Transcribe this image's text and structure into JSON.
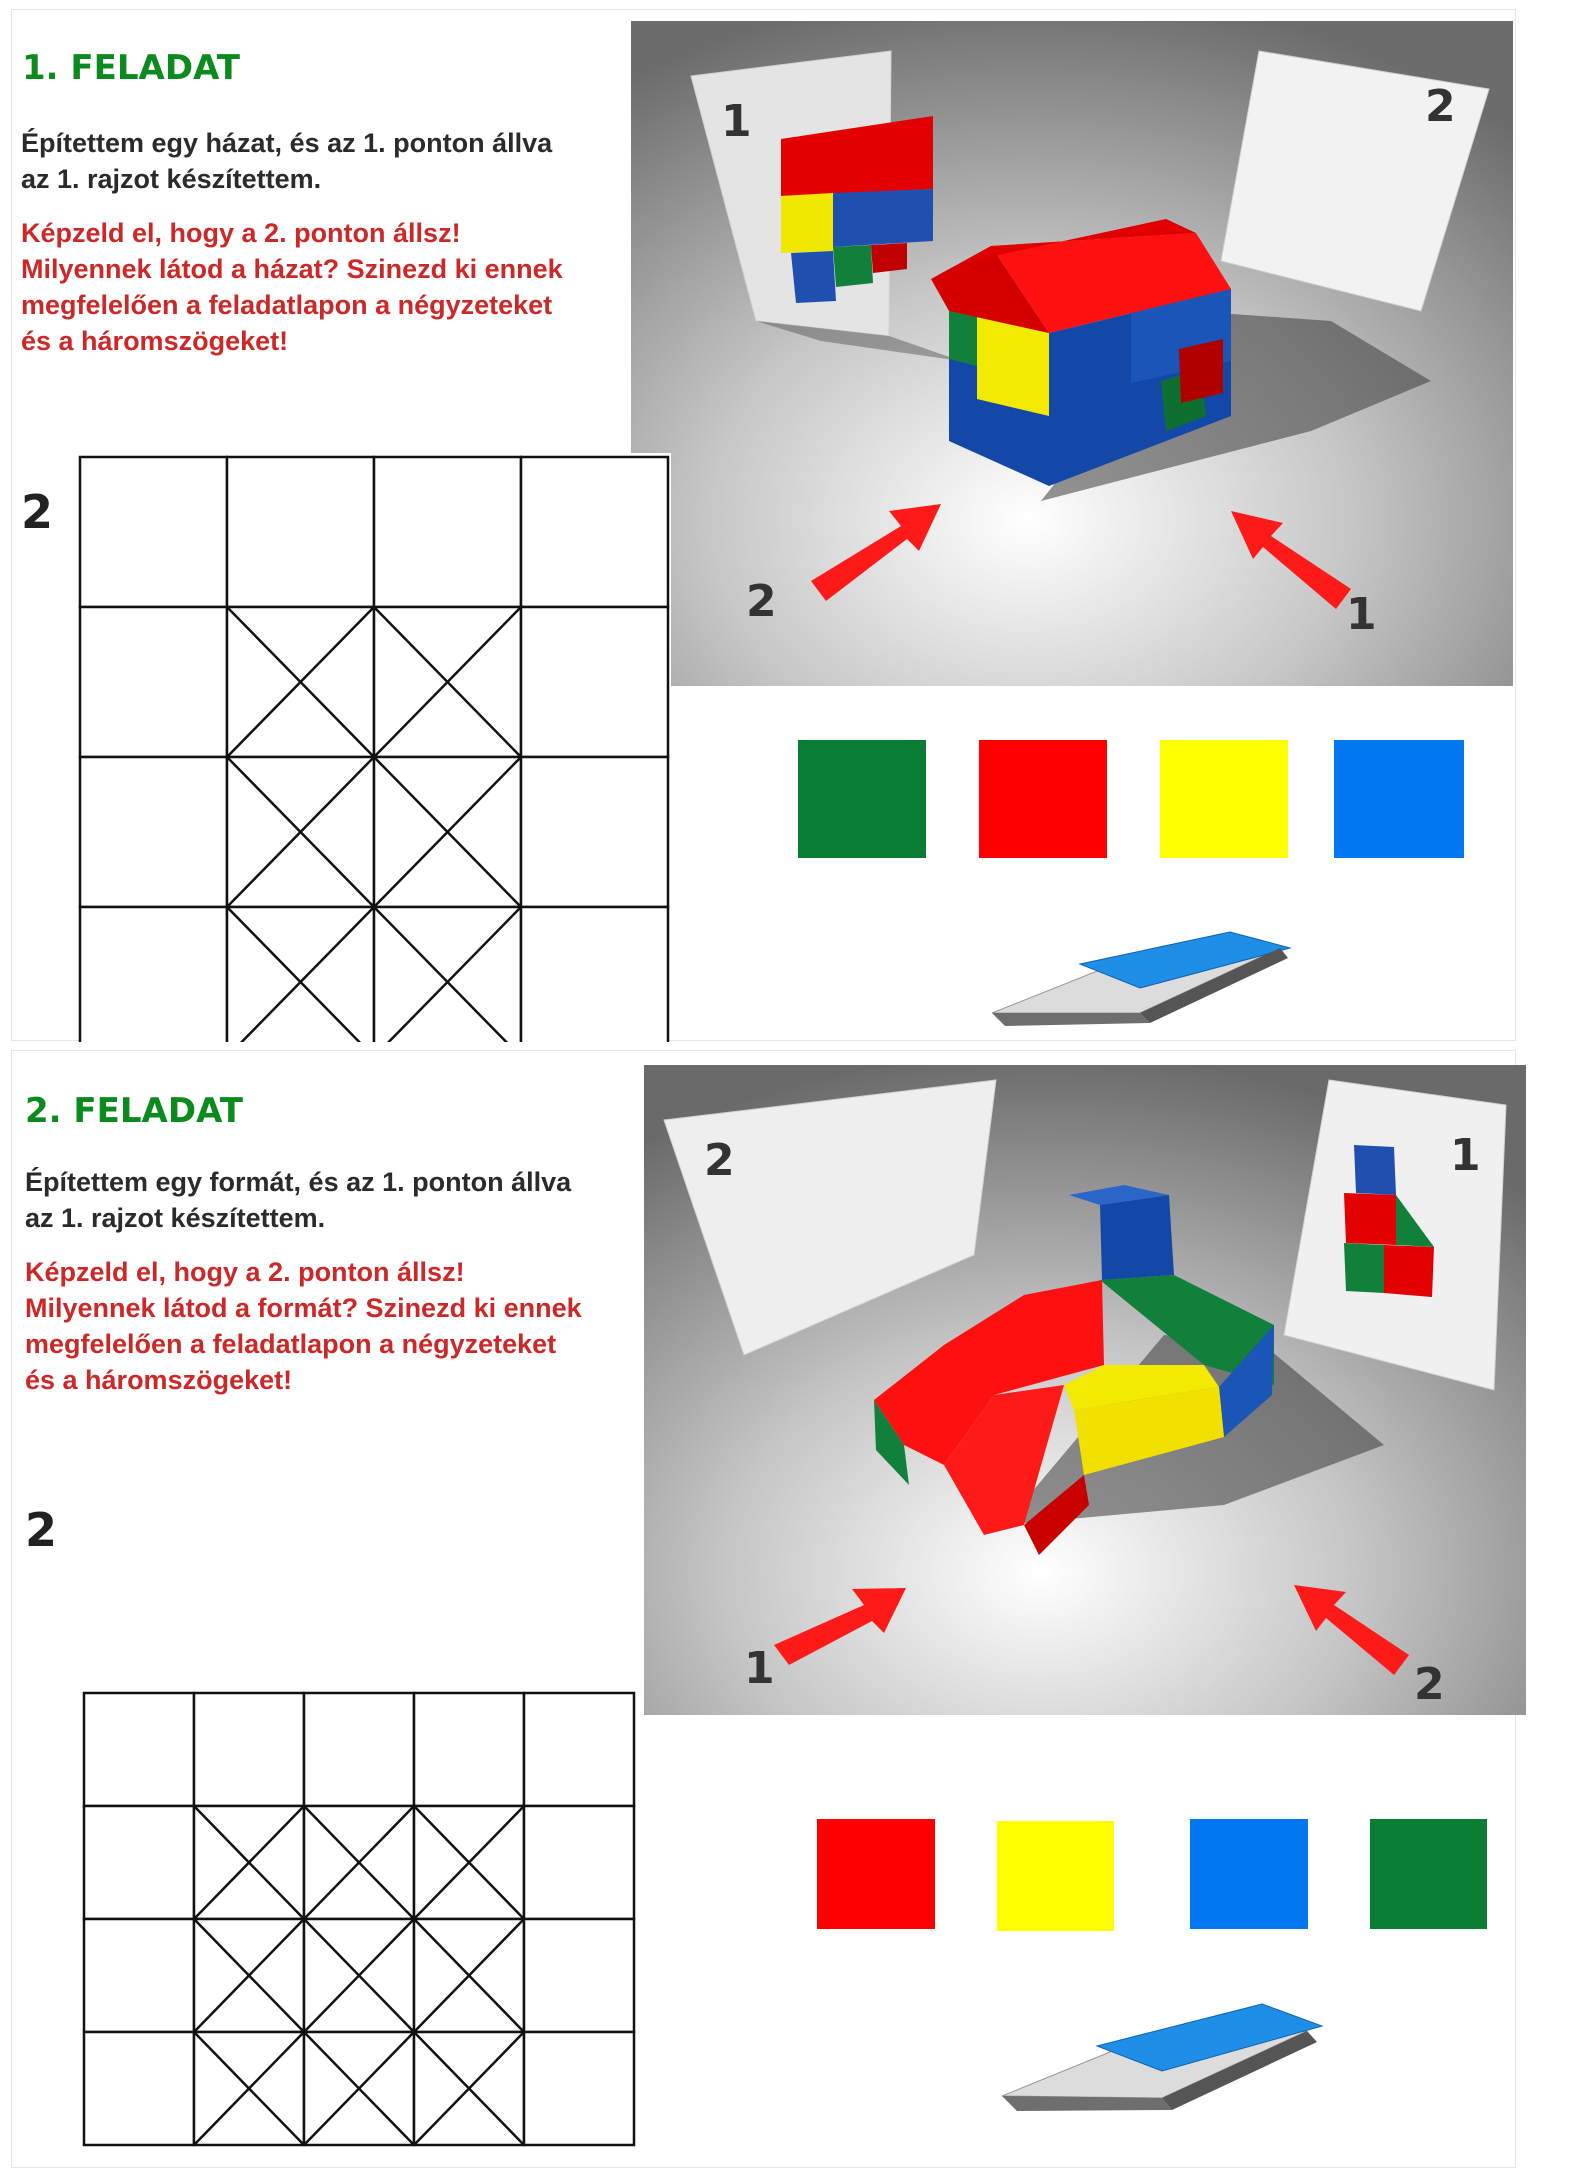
{
  "tasks": [
    {
      "title": "1. FELADAT",
      "intro": "Építettem egy házat, és az 1. ponton állva az 1. rajzot készítettem.",
      "task": "Képzeld el, hogy a 2. ponton állsz! Milyennek látod a házat? Szinezd ki ennek megfelelően a feladatlapon a négyzeteket és a háromszögeket!",
      "grid_label": "2",
      "scene": {
        "screen_left_label": "1",
        "screen_right_label": "2",
        "arrow_left_label": "2",
        "arrow_right_label": "1"
      },
      "palette": [
        {
          "name": "green",
          "color": "#0a7d34"
        },
        {
          "name": "red",
          "color": "#ff0000"
        },
        {
          "name": "yellow",
          "color": "#ffff00"
        },
        {
          "name": "blue",
          "color": "#0277f2"
        }
      ]
    },
    {
      "title": "2. FELADAT",
      "intro": "Építettem egy formát, és az 1. ponton állva az 1. rajzot készítettem.",
      "task": "Képzeld el, hogy a 2. ponton állsz! Milyennek látod a formát? Szinezd ki ennek megfelelően a feladatlapon a négyzeteket és a háromszögeket!",
      "grid_label": "2",
      "scene": {
        "screen_left_label": "2",
        "screen_right_label": "1",
        "arrow_left_label": "1",
        "arrow_right_label": "2"
      },
      "palette": [
        {
          "name": "red",
          "color": "#ff0000"
        },
        {
          "name": "yellow",
          "color": "#ffff00"
        },
        {
          "name": "blue",
          "color": "#0277f2"
        },
        {
          "name": "green",
          "color": "#0a7d34"
        }
      ]
    }
  ],
  "colors": {
    "title_green": "#0b8a1e",
    "task_red": "#cc2828",
    "scene_gray": "#6e6e6e"
  },
  "icons": [
    "eraser-icon",
    "arrow-icon"
  ]
}
